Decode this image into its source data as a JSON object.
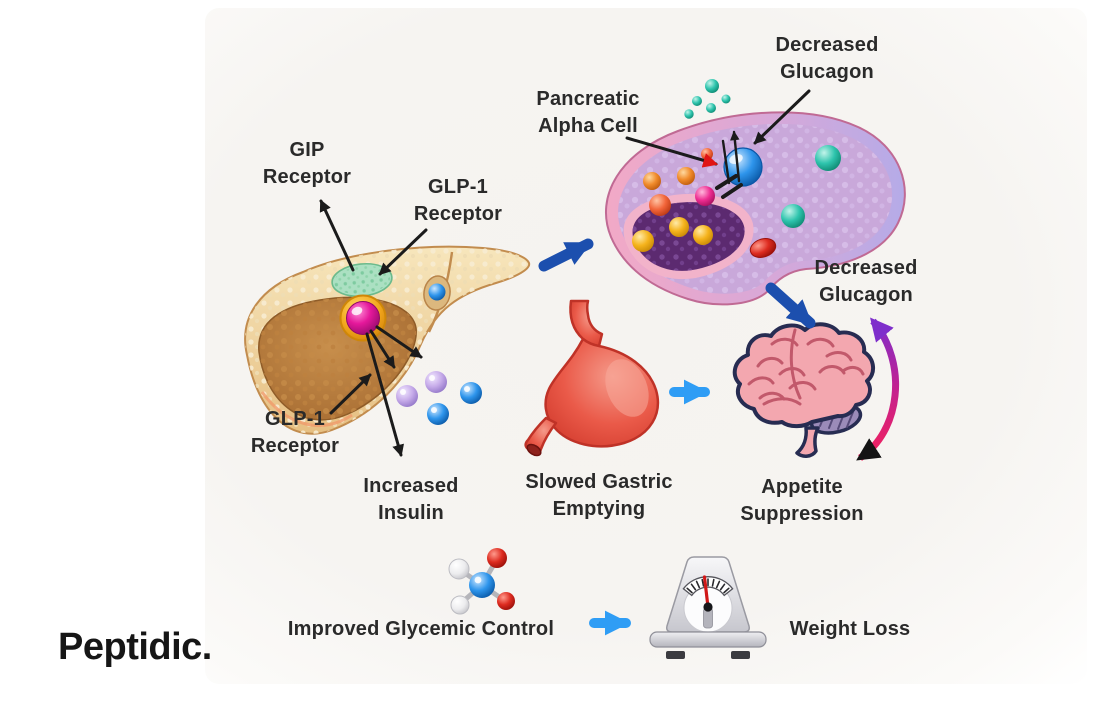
{
  "brand": {
    "name": "Peptidic."
  },
  "labels": {
    "gip_receptor": {
      "line1": "GIP",
      "line2": "Receptor"
    },
    "glp1_receptor_top": {
      "line1": "GLP-1",
      "line2": "Receptor"
    },
    "glp1_receptor_bottom": {
      "line1": "GLP-1",
      "line2": "Receptor"
    },
    "pancreatic_alpha_cell": {
      "line1": "Pancreatic",
      "line2": "Alpha Cell"
    },
    "decreased_glucagon_top": {
      "line1": "Decreased",
      "line2": "Glucagon"
    },
    "decreased_glucagon_right": {
      "line1": "Decreased",
      "line2": "Glucagon"
    },
    "increased_insulin": {
      "line1": "Increased",
      "line2": "Insulin"
    },
    "slowed_gastric_emptying": {
      "line1": "Slowed Gastric",
      "line2": "Emptying"
    },
    "appetite_suppression": {
      "line1": "Appetite",
      "line2": "Suppression"
    },
    "improved_glycemic_control": {
      "text": "Improved Glycemic Control"
    },
    "weight_loss": {
      "text": "Weight Loss"
    }
  },
  "illustrations": [
    {
      "name": "pancreas",
      "description": "pancreas cross-section with GIP and GLP-1 receptor sites and insulin vesicles"
    },
    {
      "name": "pancreatic-islet",
      "description": "islet with blue alpha cell and hormone granules"
    },
    {
      "name": "stomach",
      "description": "red stomach"
    },
    {
      "name": "brain",
      "description": "pink brain"
    },
    {
      "name": "molecule",
      "description": "glucose molecule ball-and-stick"
    },
    {
      "name": "weighing-scale",
      "description": "analog weighing scale"
    }
  ],
  "arrows": [
    {
      "from": "pancreas",
      "to": "pancreatic-islet",
      "style": "bold-navy"
    },
    {
      "from": "pancreatic-islet",
      "to": "brain",
      "style": "bold-navy"
    },
    {
      "from": "stomach",
      "to": "brain",
      "style": "bold-azure"
    },
    {
      "from": "improved-glycemic-control",
      "to": "weighing-scale",
      "style": "bold-azure"
    },
    {
      "from": "appetite-suppression",
      "to": "decreased-glucagon-right",
      "style": "gradient-curved-double-headed"
    }
  ],
  "colors": {
    "page_bg": "#ffffff",
    "panel_bg": "#f5f3f0",
    "text": "#2a2a2a",
    "arrow_black": "#1b1b1b",
    "arrow_navy": "#1c4fae",
    "arrow_azure": "#2f9df5",
    "gradient_arrow_purple": "#7e2ecb",
    "gradient_arrow_pink": "#f2215c",
    "pancreas_tan": "#eed3a0",
    "pancreas_cut": "#b0783c",
    "gip_site_green": "#abe0c2",
    "glp1_site_magenta": "#e5189b",
    "receptor_ring_gold": "#f3a81e",
    "islet_rim_pink": "#f2a9c6",
    "islet_body_purple": "#c9a8da",
    "islet_pocket_purple": "#5c2a70",
    "alpha_cell_blue": "#1e88e5",
    "stomach_red": "#e8523f",
    "brain_pink": "#f3a7af",
    "molecule_blue": "#2b8fe8",
    "molecule_red": "#d42a20",
    "scale_gray": "#d9d9de"
  }
}
